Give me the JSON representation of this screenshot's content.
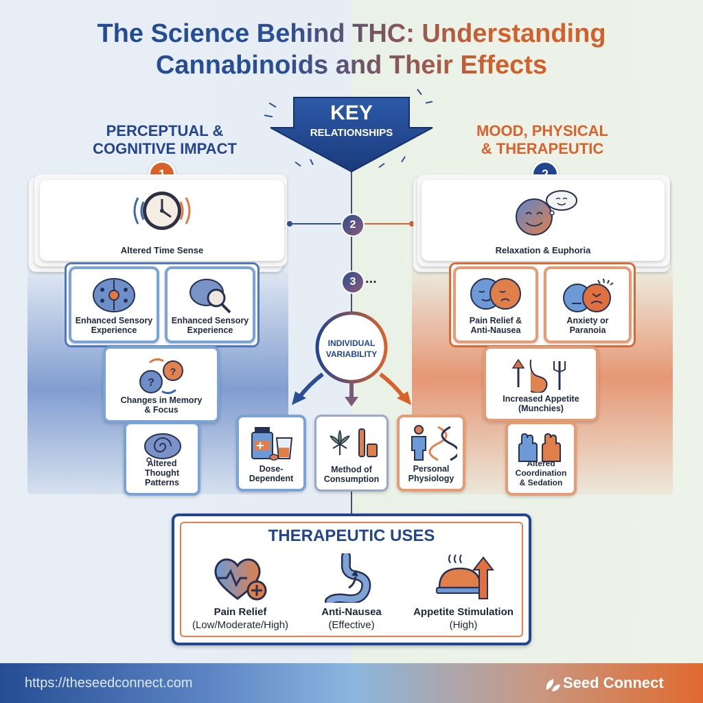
{
  "title_line1": "The Science Behind THC: Understanding",
  "title_line2": "Cannabinoids and Their Effects",
  "key": {
    "line1": "KEY",
    "line2": "RELATIONSHIPS"
  },
  "left_section": {
    "line1": "PERCEPTUAL &",
    "line2": "COGNITIVE IMPACT",
    "number": "1"
  },
  "right_section": {
    "line1": "MOOD, PHYSICAL",
    "line2": "& THERAPEUTIC",
    "number": "2"
  },
  "left_cards": {
    "time": "Altered Time Sense",
    "sensory1_line1": "Enhanced Sensory",
    "sensory1_line2": "Experience",
    "sensory2_line1": "Enhanced Sensory",
    "sensory2_line2": "Experience",
    "memory_line1": "Changes in Memory",
    "memory_line2": "& Focus",
    "thought_line1": "Altered",
    "thought_line2": "Thought",
    "thought_line3": "Patterns"
  },
  "right_cards": {
    "relax": "Relaxation & Euphoria",
    "pain_line1": "Pain Relief &",
    "pain_line2": "Anti-Nausea",
    "anxiety_line1": "Anxiety or",
    "anxiety_line2": "Paranoia",
    "appetite_line1": "Increased Appetite",
    "appetite_line2": "(Munchies)",
    "coord_line1": "Altered",
    "coord_line2": "Coordination",
    "coord_line3": "& Sedation"
  },
  "connector_numbers": {
    "two": "2",
    "three": "3",
    "ellipsis": "..."
  },
  "variability": {
    "line1": "INDIVIDUAL",
    "line2": "VARIABILITY"
  },
  "factors": {
    "dose_line1": "Dose-",
    "dose_line2": "Dependent",
    "method_line1": "Method of",
    "method_line2": "Consumption",
    "phys_line1": "Personal",
    "phys_line2": "Physiology"
  },
  "therapeutic": {
    "heading": "THERAPEUTIC USES",
    "uses": [
      {
        "name": "Pain Relief",
        "detail": "(Low/Moderate/High)"
      },
      {
        "name": "Anti-Nausea",
        "detail": "(Effective)"
      },
      {
        "name": "Appetite Stimulation",
        "detail": "(High)"
      }
    ]
  },
  "footer": {
    "url": "https://theseedconnect.com",
    "brand": "Seed Connect"
  },
  "colors": {
    "blue": "#23448e",
    "orange": "#d9622c",
    "light_blue": "#7aa3d6",
    "light_orange": "#e59b73"
  }
}
